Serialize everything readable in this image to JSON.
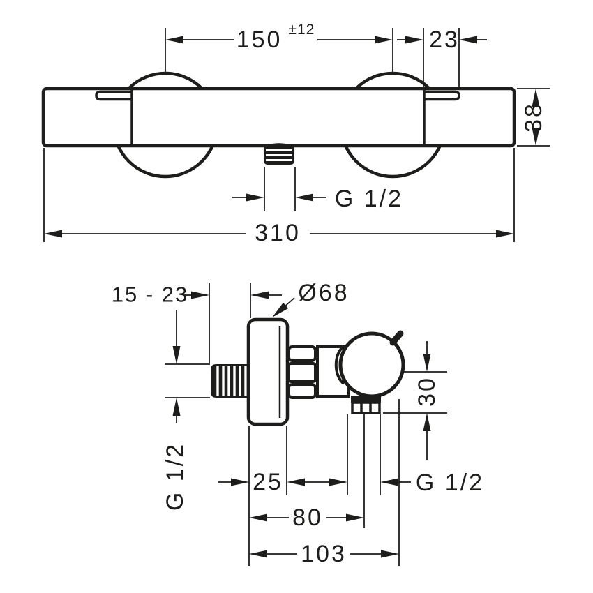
{
  "page": {
    "background": "#ffffff",
    "line_color": "#1d1d1b"
  },
  "front_view": {
    "center_distance": "150",
    "center_distance_tolerance": "±12",
    "clip_width": "23",
    "body_height": "38",
    "outlet_thread": "G 1/2",
    "overall_width": "310"
  },
  "side_view": {
    "wall_distance_range": "15 - 23",
    "escutcheon_diameter": "Ø68",
    "supply_thread": "G 1/2",
    "escutcheon_depth": "25",
    "outlet_thread": "G 1/2",
    "outlet_axis_offset": "30",
    "outlet_projection": "80",
    "overall_projection": "103"
  }
}
